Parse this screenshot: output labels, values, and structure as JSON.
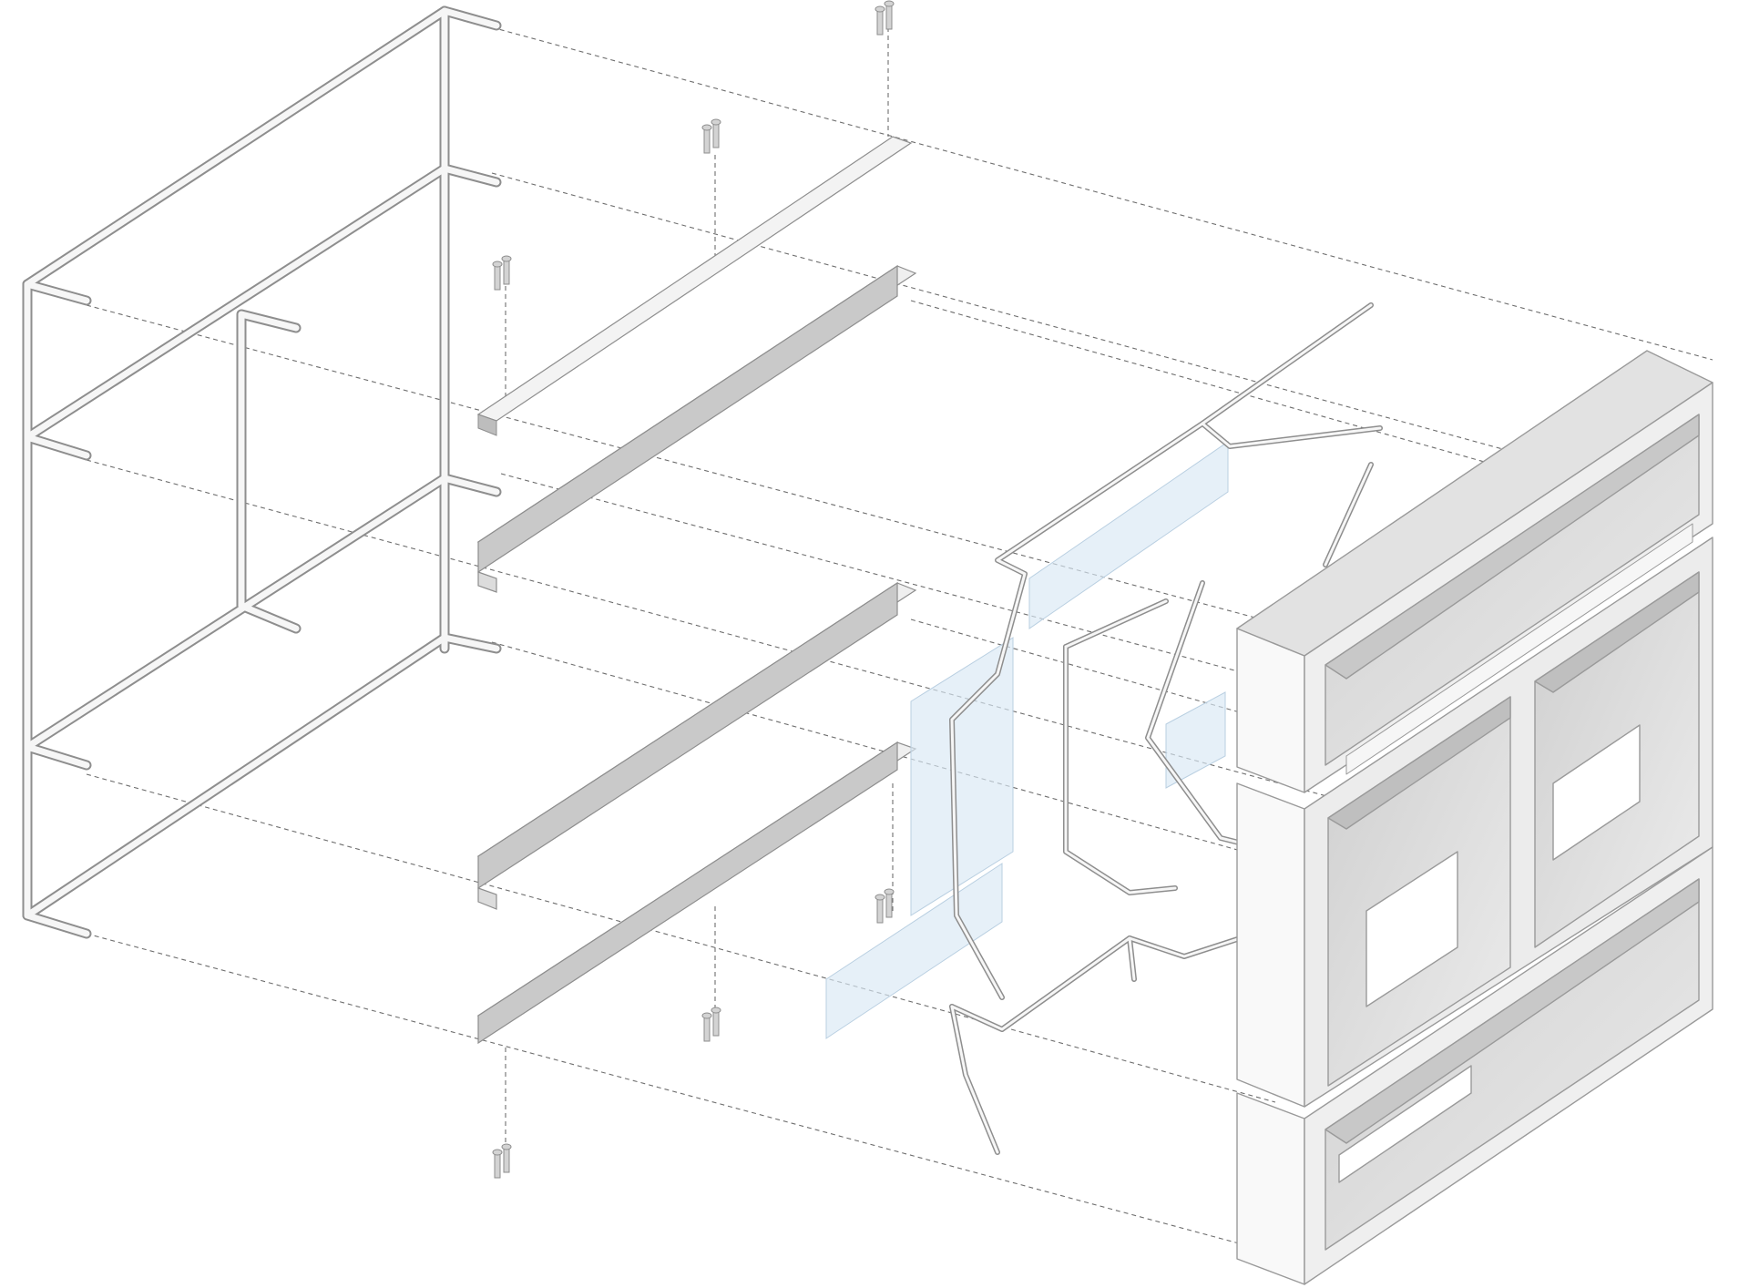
{
  "diagram": {
    "type": "exploded-axonometric-assembly",
    "text": [],
    "colors": {
      "background": "#ffffff",
      "bar_face": "#f6f6f6",
      "bar_edge": "#8e8e8e",
      "angle_face": "#efefef",
      "angle_shade": "#c9c9c9",
      "block_top": "#e2e2e2",
      "block_front": "#f9f9f9",
      "block_inner": "#d8d8d8",
      "glass": "#d9e8f4",
      "dashed": "#6e6e6e",
      "bolt": "#cfcfcf"
    },
    "parts": [
      {
        "name": "bent-rod-frame",
        "count": 1
      },
      {
        "name": "flat-bar",
        "count": 1
      },
      {
        "name": "angle-rail",
        "count": 4
      },
      {
        "name": "bolt-pair",
        "count": 6
      },
      {
        "name": "glass-panel",
        "count": 4
      },
      {
        "name": "wire-hanger",
        "count": 1
      },
      {
        "name": "concrete-block",
        "count": 3
      }
    ]
  }
}
